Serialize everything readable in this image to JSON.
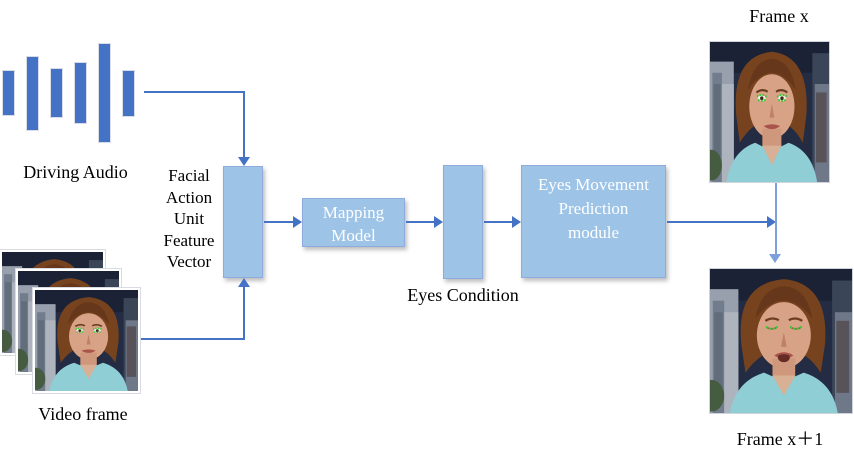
{
  "colors": {
    "bar_blue": "#4472C4",
    "arrow_blue": "#4472C4",
    "arrow_light_blue": "#7CA0DC",
    "box_fill": "#9DC3E6",
    "box_text": "#FFFFFF",
    "label_text": "#000000",
    "landmark_green": "#33CC33"
  },
  "waveform": {
    "icon": "audio-waveform-icon",
    "bar_heights": [
      46,
      75,
      50,
      62,
      100,
      47
    ]
  },
  "labels": {
    "driving_audio": "Driving Audio",
    "video_frame": "Video frame",
    "frame_x": "Frame x",
    "frame_x_plus_1": "Frame x＋1",
    "eyes_condition": "Eyes Condition",
    "mapping_model": "Mapping Model",
    "eyes_movement_module": "Eyes Movement Prediction module",
    "fau_vector": {
      "lines": [
        "Facial",
        "Action",
        "Unit",
        "Feature",
        "Vector"
      ]
    }
  },
  "images": {
    "frame_x": "talking-head photo, eyes open, green eye landmarks",
    "frame_x_plus_1": "talking-head photo, eyes closed (blink), green eye landmarks",
    "video_frames": "stack of three talking-head video frames"
  }
}
